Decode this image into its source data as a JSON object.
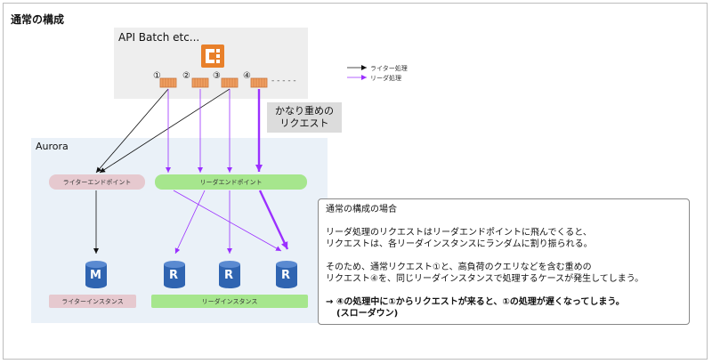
{
  "title": "通常の構成",
  "api_label": "API Batch etc...",
  "aurora_label": "Aurora",
  "callout": [
    "かなり重めの",
    "リクエスト"
  ],
  "requests": [
    "①",
    "②",
    "③",
    "④"
  ],
  "request_ellipsis": "- - - - -",
  "legend": {
    "writer": "ライター処理",
    "reader": "リーダ処理"
  },
  "writer_endpoint": "ライターエンドポイント",
  "reader_endpoint": "リーダエンドポイント",
  "writer_instance": "ライターインスタンス",
  "reader_instance": "リーダインスタンス",
  "db_letters": {
    "writer": "M",
    "reader": "R"
  },
  "note": {
    "heading": "通常の構成の場合",
    "p1": [
      "リーダ処理のリクエストはリーダエンドポイントに飛んでくると、",
      "リクエストは、各リーダインスタンスにランダムに割り振られる。"
    ],
    "p2": [
      "そのため、通常リクエスト①と、高負荷のクエリなどを含む重めの",
      "リクエスト④を、同じリーダインスタンスで処理するケースが発生してしまう。"
    ],
    "p3": [
      "→ ④の処理中に①からリクエストが来ると、①の処理が遅くなってしまう。",
      "(スローダウン)"
    ]
  },
  "colors": {
    "writer": "#111111",
    "reader": "#9b30ff",
    "aws_orange": "#e8802a",
    "db_blue": "#2f64b1"
  }
}
